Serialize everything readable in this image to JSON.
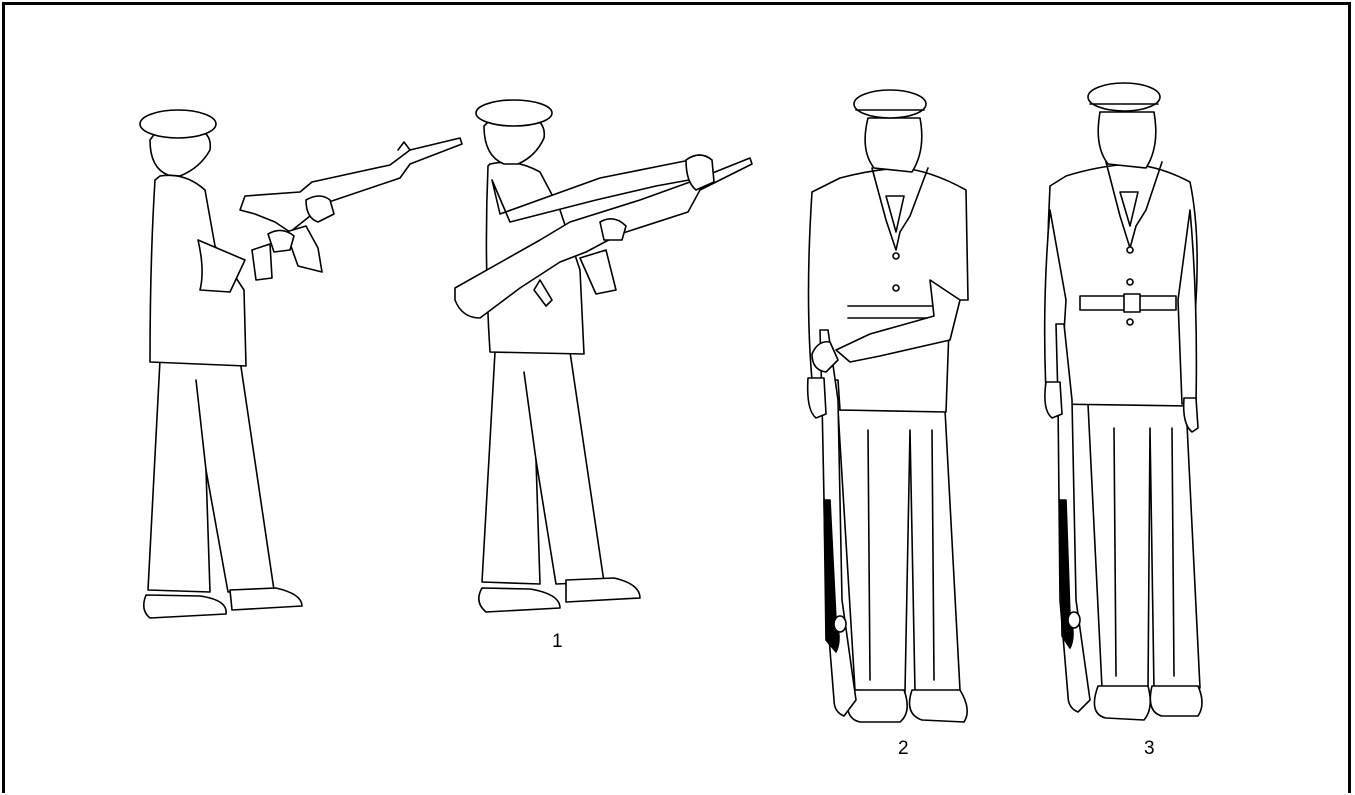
{
  "figure": {
    "labels": {
      "step1": "1",
      "step2": "2",
      "step3": "3"
    },
    "colors": {
      "line": "#000000",
      "background": "#ffffff"
    }
  }
}
